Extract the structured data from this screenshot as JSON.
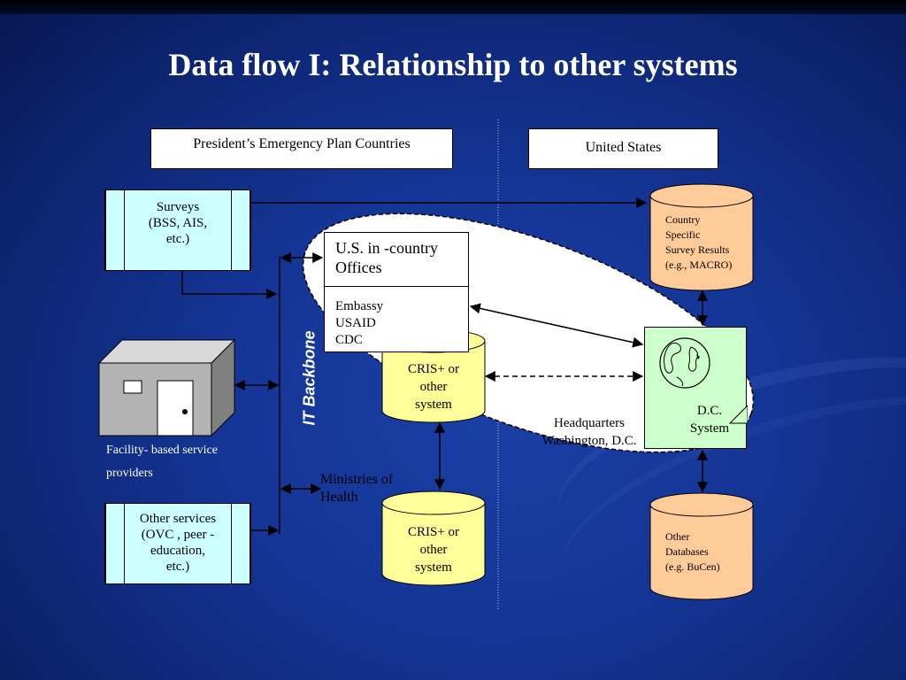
{
  "slide": {
    "title": "Data flow I: Relationship to other systems"
  },
  "headers": {
    "left": "President’s Emergency Plan Countries",
    "right": "United States"
  },
  "surveys": {
    "line1": "Surveys",
    "line2": "(BSS, AIS,",
    "line3": "etc.)"
  },
  "other_services": {
    "line1": "Other services",
    "line2": "(OVC , peer -",
    "line3": "education,",
    "line4": "etc.)"
  },
  "facility": {
    "label": "Facility- based service providers"
  },
  "it_backbone": "IT Backbone",
  "offices": {
    "title_line1": "U.S. in -country",
    "title_line2": "Offices",
    "items": [
      "Embassy",
      "USAID",
      "CDC"
    ]
  },
  "cris_top": {
    "line1": "CRIS+ or",
    "line2": "other",
    "line3": "system"
  },
  "cris_bottom": {
    "line1": "CRIS+ or",
    "line2": "other",
    "line3": "system"
  },
  "ministries": {
    "line1": "Ministries of",
    "line2": "Health"
  },
  "headquarters": {
    "line1": "Headquarters",
    "line2": "Washington, D.C."
  },
  "dc_system": {
    "line1": "D.C.",
    "line2": "System"
  },
  "country_results": {
    "line1": "Country",
    "line2": "Specific",
    "line3": "Survey Results",
    "line4": "(e.g., MACRO)"
  },
  "other_databases": {
    "line1": "Other",
    "line2": "Databases",
    "line3": "(e.g. BuCen)"
  },
  "colors": {
    "background": "#143595",
    "doc_fill": "#ccffff",
    "cylinder_yellow": "#ffff99",
    "cylinder_orange": "#ffcc99",
    "dc_fill": "#ccffcc",
    "ellipse_fill": "#ffffff"
  }
}
